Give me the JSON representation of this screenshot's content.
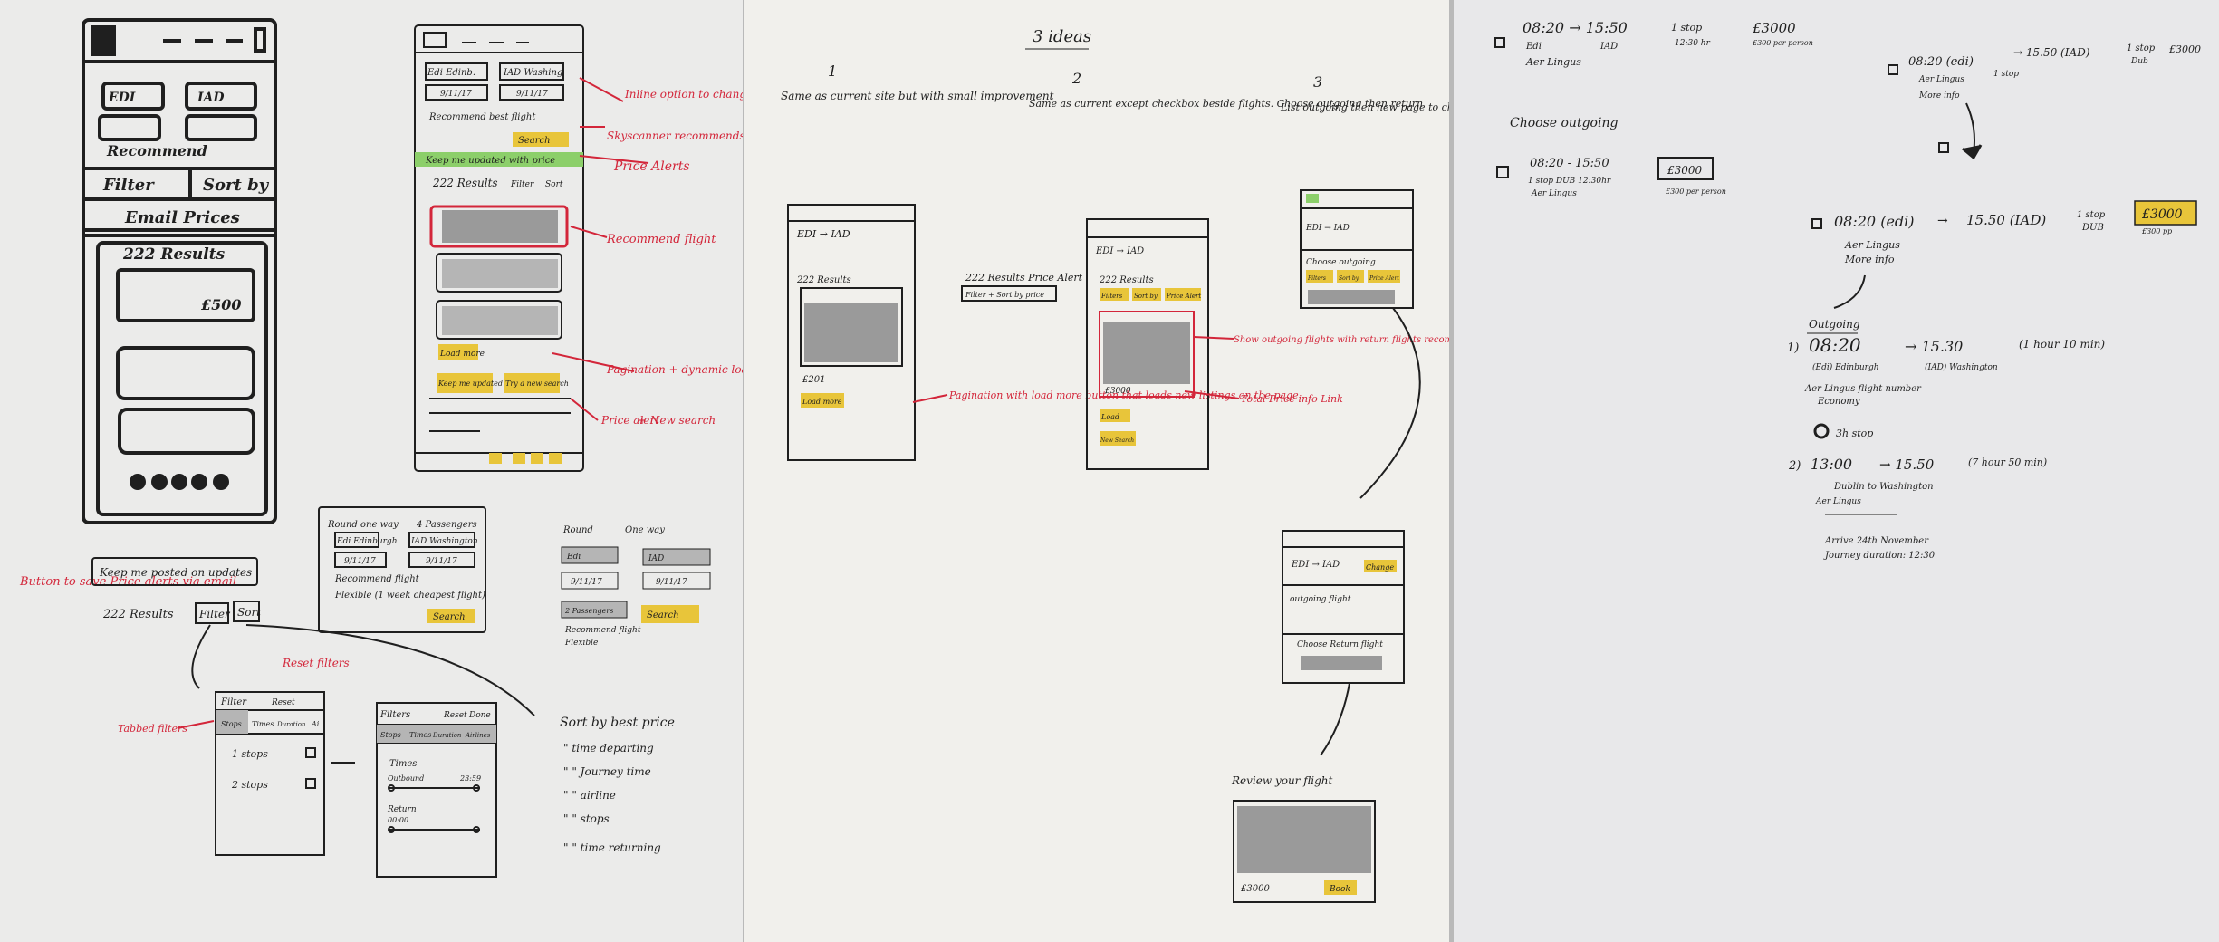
{
  "colors": {
    "ink": "#1f1f1f",
    "red_pen": "#d3263a",
    "highlighter_yellow": "#e8c53a",
    "highlighter_green": "#8ccf6a",
    "marker_grey": "#9a9a9a"
  },
  "sheet1": {
    "sketch_a": {
      "edi": "EDI",
      "iad": "IAD",
      "recommend": "Recommend",
      "filter": "Filter",
      "sort_by": "Sort by",
      "email_prices": "Email Prices",
      "results": "222 Results",
      "price": "£500"
    },
    "sketch_b": {
      "edi": "Edi Edinb.",
      "iad": "IAD Washing",
      "date1": "9/11/17",
      "date2": "9/11/17",
      "recommend": "Recommend best flight",
      "search": "Search",
      "keep_updated": "Keep me updated with price",
      "results": "222 Results",
      "filter": "Filter",
      "sort": "Sort",
      "load_more": "Load more",
      "keep_btn": "Keep me updated",
      "try_search": "Try a new search"
    },
    "annotations": {
      "inline": "Inline option to change flight",
      "skyscanner": "Skyscanner recommends flight",
      "price_alerts": "Price Alerts",
      "recommend": "Recommend flight",
      "pagination": "Pagination + dynamic load button",
      "alert_a": "Price alert",
      "alert_b": "+ New search"
    },
    "button_note": {
      "red": "Button to save Price alerts via email",
      "keep_posted": "Keep me posted on updates",
      "results": "222 Results",
      "filter": "Filter",
      "sort": "Sort"
    },
    "search_form": {
      "round": "Round one way",
      "passengers": "4 Passengers",
      "edi": "Edi Edinburgh",
      "iad": "IAD Washington",
      "date1": "9/11/17",
      "date2": "9/11/17",
      "recommend": "Recommend flight",
      "flexible": "Flexible (1 week cheapest flight)",
      "search": "Search"
    },
    "search_form2": {
      "round": "Round",
      "one_way": "One way",
      "edi": "Edi",
      "iad": "IAD",
      "date1": "9/11/17",
      "date2": "9/11/17",
      "passengers": "2 Passengers",
      "search": "Search",
      "recommend": "Recommend flight",
      "flexible": "Flexible"
    },
    "filters": {
      "title": "Filter",
      "reset": "Reset",
      "tabs": [
        "Stops",
        "Times",
        "Duration",
        "Ai"
      ],
      "stop1": "1 stops",
      "stop2": "2 stops",
      "tabbed": "Tabbed filters",
      "reset_note": "Reset filters"
    },
    "filters2": {
      "title": "Filters",
      "reset": "Reset",
      "done": "Done",
      "tabs": [
        "Stops",
        "Times",
        "Duration",
        "Airlines"
      ],
      "times": "Times",
      "outbound": "Outbound",
      "return": "Return",
      "t1": "00:00",
      "t2": "23:59"
    },
    "sort_list": [
      "Sort by best price",
      "\"     time departing",
      "\"     \"   Journey time",
      "\"     \"   airline",
      "\"     \"   stops",
      "\"     \"   time returning"
    ]
  },
  "sheet2": {
    "title": "3 ideas",
    "ideas": [
      {
        "num": "1",
        "text": "Same as current site but with small improvement"
      },
      {
        "num": "2",
        "text": "Same as current except checkbox beside flights. Choose outgoing then return"
      },
      {
        "num": "3",
        "text": "List outgoing then new page to chose return"
      }
    ],
    "sketch1": {
      "route": "EDI → IAD",
      "results": "222 Results",
      "price": "£201",
      "load_more": "Load more",
      "results_alert": "222 Results  Price Alert",
      "filter_sort": "Filter + Sort by price"
    },
    "sketch2": {
      "route": "EDI → IAD",
      "results": "222 Results",
      "filters": "Filters",
      "sort": "Sort by",
      "price_alert": "Price Alert",
      "price": "£3000",
      "load": "Load",
      "new_search": "New Search"
    },
    "sketch3": {
      "route": "EDI → IAD",
      "choose_outgoing": "Choose outgoing",
      "filters": "Filters",
      "sort": "Sort by",
      "price_alert": "Price Alert"
    },
    "sketch4": {
      "route": "EDI → IAD",
      "change": "Change",
      "outgoing": "outgoing flight",
      "choose_return": "Choose Return flight"
    },
    "review": {
      "title": "Review your flight",
      "price": "£3000",
      "book": "Book"
    },
    "annotations": {
      "pagination": "Pagination with load more button that loads new listings on the page",
      "show_outgoing": "Show outgoing flights with return flights recommended taken",
      "total_price": "Total Price info Link"
    }
  },
  "sheet3": {
    "top_row": {
      "time": "08:20 → 15:50",
      "from": "Edi",
      "to": "IAD",
      "stop": "1 stop",
      "duration": "12:30 hr",
      "price": "£3000",
      "price_note": "£300 per person",
      "airline": "Aer Lingus"
    },
    "choose_outgoing": "Choose outgoing",
    "row2": {
      "time": "08:20 - 15:50",
      "info": "1 stop DUB 12:30hr",
      "airline": "Aer Lingus",
      "price": "£3000",
      "price_note": "£300 per person"
    },
    "right_row": {
      "time": "08:20 (edi)",
      "arrow": "→ 15.50 (IAD)",
      "stops": "1 stop",
      "via": "Dub",
      "price": "£3000",
      "airline": "Aer Lingus",
      "via2": "1 stop",
      "more": "More info"
    },
    "big_row": {
      "time": "08:20 (edi)",
      "arrow": "→",
      "arr": "15.50 (IAD)",
      "stops": "1 stop",
      "via": "DUB",
      "price": "£3000",
      "price_note": "£300 pp",
      "airline": "Aer Lingus",
      "more": "More info"
    },
    "detail": {
      "heading": "Outgoing",
      "leg1_num": "1)",
      "leg1": "08:20",
      "leg1_arr": "→  15.30",
      "leg1_dur": "(1 hour 10 min)",
      "leg1_from": "(Edi) Edinburgh",
      "leg1_to": "(IAD) Washington",
      "leg1_air": "Aer Lingus flight number",
      "leg1_class": "Economy",
      "stop": "3h stop",
      "leg2_num": "2)",
      "leg2": "13:00",
      "leg2_arr": "→ 15.50",
      "leg2_dur": "(7 hour 50 min)",
      "leg2_route": "Dublin to Washington",
      "leg2_air": "Aer Lingus",
      "arrive": "Arrive 24th November",
      "journey": "Journey duration: 12:30"
    }
  }
}
